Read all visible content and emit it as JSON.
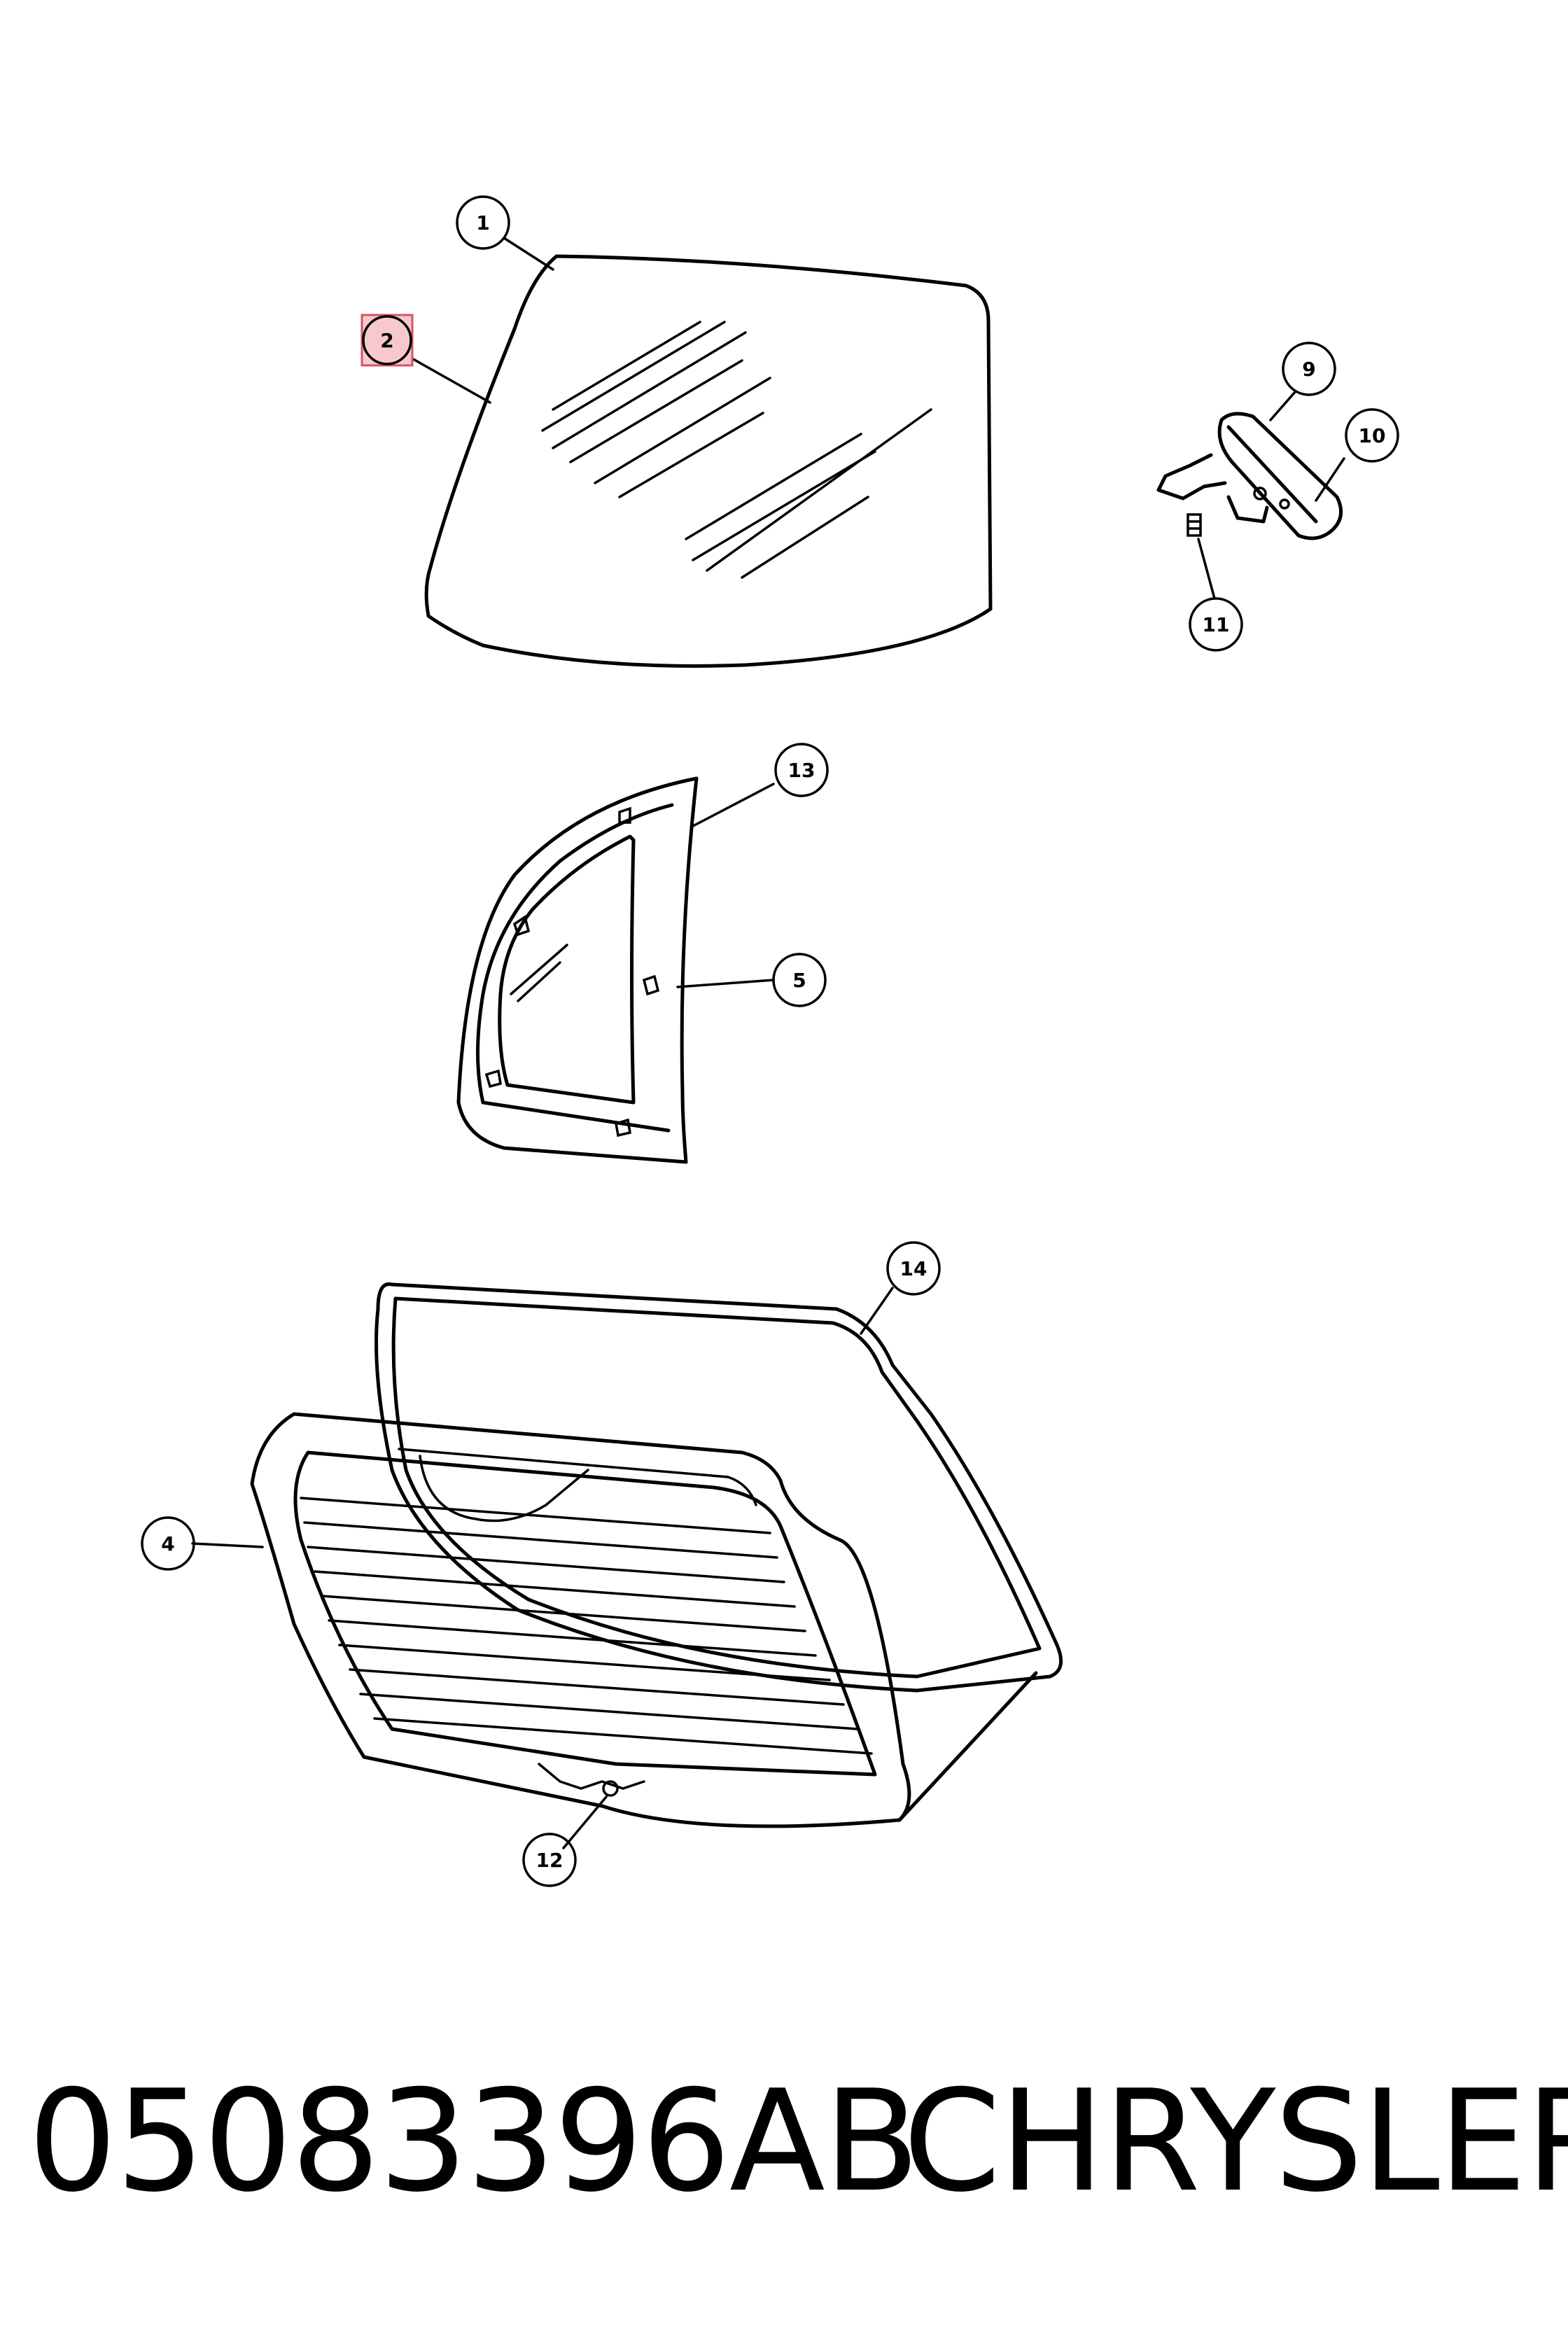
{
  "callouts": [
    {
      "id": "1",
      "label": "1",
      "highlighted": false
    },
    {
      "id": "2",
      "label": "2",
      "highlighted": true
    },
    {
      "id": "4",
      "label": "4",
      "highlighted": false
    },
    {
      "id": "5",
      "label": "5",
      "highlighted": false
    },
    {
      "id": "9",
      "label": "9",
      "highlighted": false
    },
    {
      "id": "10",
      "label": "10",
      "highlighted": false
    },
    {
      "id": "11",
      "label": "11",
      "highlighted": false
    },
    {
      "id": "12",
      "label": "12",
      "highlighted": false
    },
    {
      "id": "13",
      "label": "13",
      "highlighted": false
    },
    {
      "id": "14",
      "label": "14",
      "highlighted": false
    }
  ],
  "footer": {
    "part_number": "05083396AB",
    "manufacturer": "CHRYSLER"
  },
  "colors": {
    "highlight_fill": "#f6c9cf",
    "highlight_stroke": "#d9535f",
    "line": "#000000"
  }
}
